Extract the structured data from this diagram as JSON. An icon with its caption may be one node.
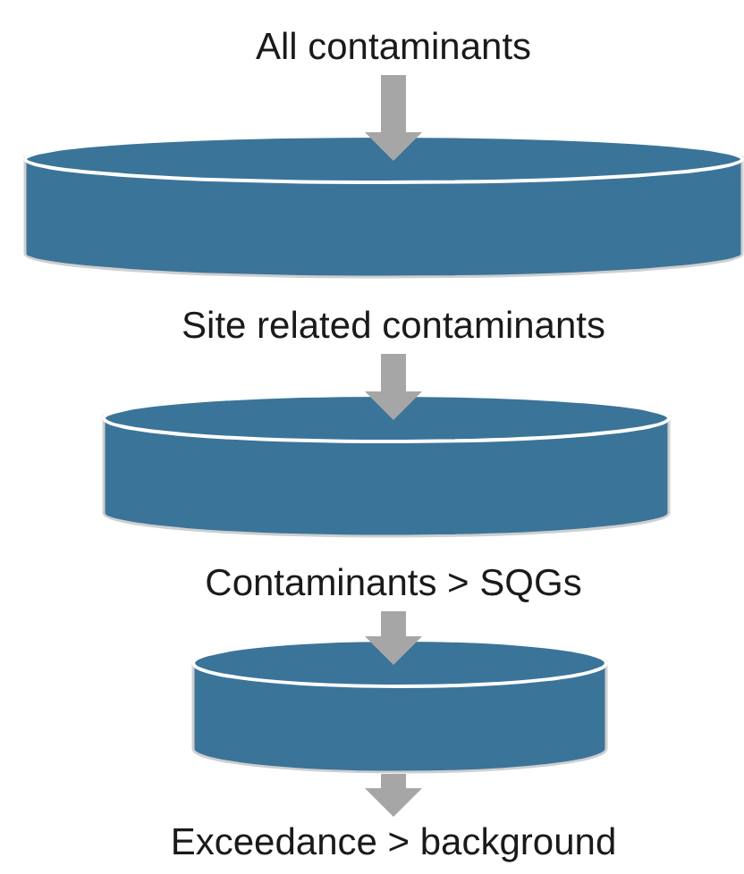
{
  "diagram": {
    "nodes": [
      {
        "text": [
          "All contaminants"
        ]
      },
      {
        "text": [],
        "shape": "cylinder"
      },
      {
        "text": [
          "Site related contaminants"
        ]
      },
      {
        "text": [],
        "shape": "cylinder"
      },
      {
        "text": [
          "Contaminants > SQGs"
        ]
      },
      {
        "text": [],
        "shape": "cylinder"
      },
      {
        "text": [
          "Exceedance > background"
        ]
      }
    ],
    "edges": [
      {
        "from": 0,
        "to": 1,
        "arrow": "to"
      },
      {
        "from": 2,
        "to": 3,
        "arrow": "to"
      },
      {
        "from": 4,
        "to": 5,
        "arrow": "to"
      },
      {
        "from": 5,
        "to": 6,
        "arrow": "to"
      }
    ]
  }
}
